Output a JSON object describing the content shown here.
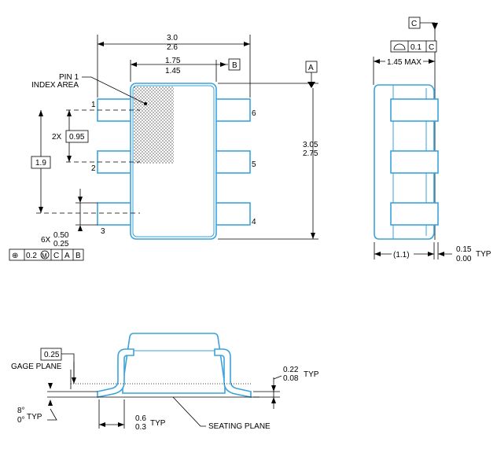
{
  "top_view": {
    "overall_width": {
      "max": "3.0",
      "min": "2.6"
    },
    "body_width": {
      "max": "1.75",
      "min": "1.45"
    },
    "datum_b": "B",
    "datum_a": "A",
    "pin1_label": {
      "line1": "PIN 1",
      "line2": "INDEX AREA"
    },
    "pin_numbers": [
      "1",
      "2",
      "3",
      "4",
      "5",
      "6"
    ],
    "pitch": {
      "prefix": "2X",
      "value": "0.95"
    },
    "span": "1.9",
    "lead_width": {
      "prefix": "6X",
      "max": "0.50",
      "min": "0.25"
    },
    "body_length": {
      "max": "3.05",
      "min": "2.75"
    },
    "position_tolerance": {
      "symbol": "⊕",
      "value": "0.2",
      "modifier": "M",
      "datums": [
        "C",
        "A",
        "B"
      ]
    }
  },
  "side_view": {
    "datum_c": "C",
    "profile_tolerance": {
      "symbol": "⌓",
      "value": "0.1",
      "datum": "C"
    },
    "height_max": "1.45 MAX",
    "standoff_ref": "(1.1)",
    "standoff": {
      "max": "0.15",
      "min": "0.00",
      "suffix": "TYP"
    }
  },
  "end_view": {
    "gage_value": "0.25",
    "gage_label": "GAGE PLANE",
    "angle": {
      "max": "8°",
      "min": "0°",
      "suffix": "TYP"
    },
    "foot_length": {
      "max": "0.6",
      "min": "0.3",
      "suffix": "TYP"
    },
    "seating_label": "SEATING PLANE",
    "lead_thickness": {
      "max": "0.22",
      "min": "0.08",
      "suffix": "TYP"
    }
  }
}
